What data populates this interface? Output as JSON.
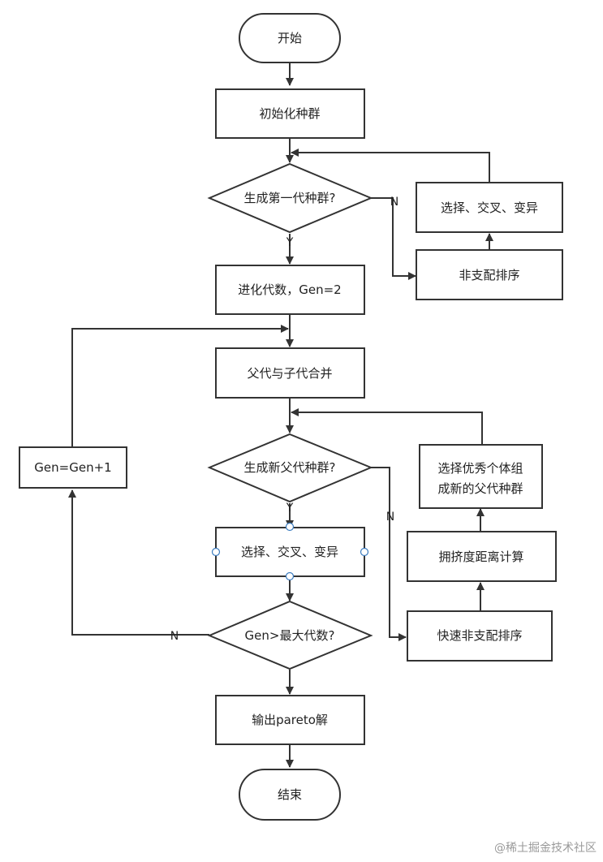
{
  "nodes": {
    "start": "开始",
    "init_population": "初始化种群",
    "decision_first_gen": "生成第一代种群?",
    "left_select_crossover_mutate": "选择、交叉、变异",
    "left_nondominated_sort": "非支配排序",
    "evolution_gen": "进化代数，Gen=2",
    "merge_parent_child": "父代与子代合并",
    "decision_new_parent": "生成新父代种群?",
    "select_crossover_mutate": "选择、交叉、变异",
    "decision_max_gen": "Gen>最大代数?",
    "gen_increment": "Gen=Gen+1",
    "select_best_line1": "选择优秀个体组",
    "select_best_line2": "成新的父代种群",
    "crowding_distance": "拥挤度距离计算",
    "fast_nondominated_sort": "快速非支配排序",
    "output_pareto": "输出pareto解",
    "end": "结束"
  },
  "edge_labels": {
    "first_gen_no": "N",
    "first_gen_yes": "Y",
    "new_parent_yes": "Y",
    "new_parent_no": "N",
    "max_gen_no": "N"
  },
  "watermark": "@稀土掘金技术社区"
}
